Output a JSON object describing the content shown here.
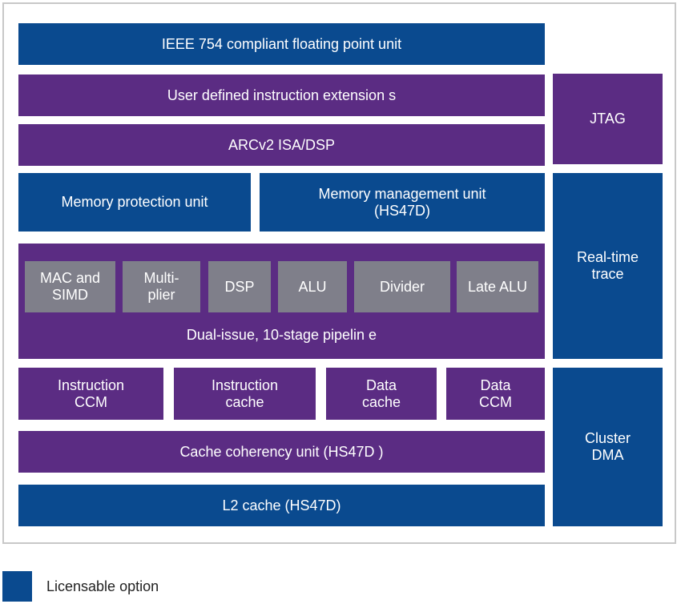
{
  "blocks": {
    "fpu": "IEEE 754 compliant floating point unit",
    "user_ext": "User defined instruction extension s",
    "isa": "ARCv2 ISA/DSP",
    "jtag": "JTAG",
    "mpu": "Memory protection unit",
    "mmu": "Memory management unit\n(HS47D)",
    "rtt": "Real-time\ntrace",
    "pipeline": {
      "label": "Dual-issue, 10-stage pipelin e",
      "units": [
        "MAC and\nSIMD",
        "Multi-\nplier",
        "DSP",
        "ALU",
        "Divider",
        "Late ALU"
      ]
    },
    "icc": "Instruction\nCCM",
    "icache": "Instruction\ncache",
    "dcache": "Data\ncache",
    "dccm": "Data\nCCM",
    "ccu": "Cache coherency unit (HS47D )",
    "l2": "L2 cache (HS47D)",
    "dma": "Cluster\nDMA"
  },
  "legend": {
    "label": "Licensable option"
  },
  "colors": {
    "licensable": "#0a4a8f",
    "core": "#5b2c83",
    "execution_unit": "#7f7f8a",
    "frame_border": "#c8c8c8"
  }
}
